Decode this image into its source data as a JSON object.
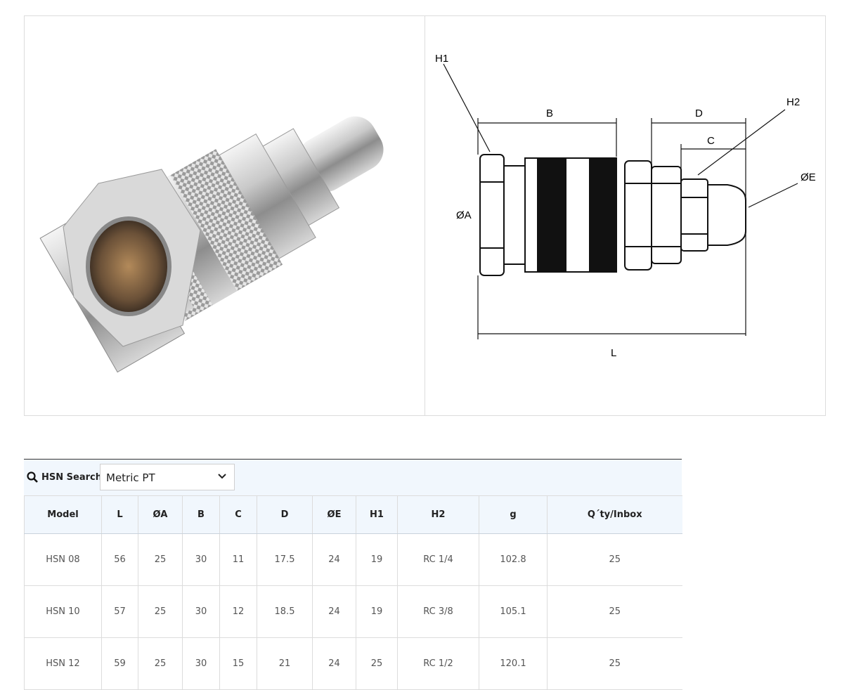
{
  "drawing": {
    "labels": {
      "h1": "H1",
      "h2": "H2",
      "b": "B",
      "d": "D",
      "c": "C",
      "a": "ØA",
      "e": "ØE",
      "l": "L"
    }
  },
  "search": {
    "label": "HSN Search",
    "selected": "Metric PT"
  },
  "table": {
    "headers": [
      "Model",
      "L",
      "ØA",
      "B",
      "C",
      "D",
      "ØE",
      "H1",
      "H2",
      "g",
      "Q´ty/Inbox"
    ],
    "rows": [
      [
        "HSN 08",
        "56",
        "25",
        "30",
        "11",
        "17.5",
        "24",
        "19",
        "RC 1/4",
        "102.8",
        "25"
      ],
      [
        "HSN 10",
        "57",
        "25",
        "30",
        "12",
        "18.5",
        "24",
        "19",
        "RC 3/8",
        "105.1",
        "25"
      ],
      [
        "HSN 12",
        "59",
        "25",
        "30",
        "15",
        "21",
        "24",
        "25",
        "RC 1/2",
        "120.1",
        "25"
      ]
    ]
  },
  "colors": {
    "header_bg": "#f1f7fd",
    "border": "#dcdcdc"
  }
}
